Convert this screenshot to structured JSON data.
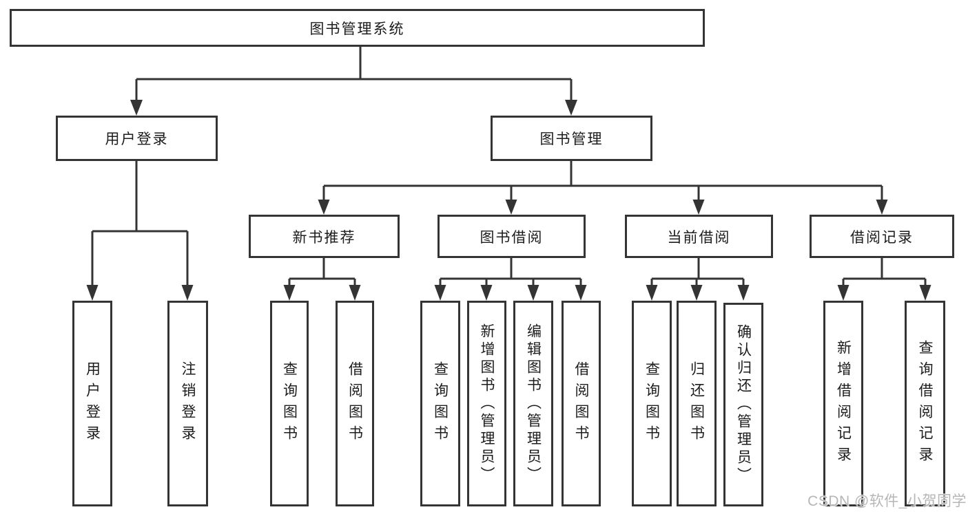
{
  "diagram": {
    "type": "hierarchy-tree",
    "tree": {
      "label": "图书管理系统",
      "children": [
        {
          "label": "用户登录",
          "children": [
            {
              "label": "用户登录"
            },
            {
              "label": "注销登录"
            }
          ]
        },
        {
          "label": "图书管理",
          "children": [
            {
              "label": "新书推荐",
              "children": [
                {
                  "label": "查询图书"
                },
                {
                  "label": "借阅图书"
                }
              ]
            },
            {
              "label": "图书借阅",
              "children": [
                {
                  "label": "查询图书"
                },
                {
                  "label": "新增图书（管理员）"
                },
                {
                  "label": "编辑图书（管理员）"
                },
                {
                  "label": "借阅图书"
                }
              ]
            },
            {
              "label": "当前借阅",
              "children": [
                {
                  "label": "查询图书"
                },
                {
                  "label": "归还图书"
                },
                {
                  "label": "确认归还（管理员）"
                }
              ]
            },
            {
              "label": "借阅记录",
              "children": [
                {
                  "label": "新增借阅记录"
                },
                {
                  "label": "查询借阅记录"
                }
              ]
            }
          ]
        }
      ]
    },
    "colors": {
      "line": "#343434",
      "text": "#1c1c1c",
      "background": "#ffffff",
      "watermark": "#b6b6b6"
    }
  },
  "watermark": {
    "text": "CSDN @软件_小贺同学"
  }
}
